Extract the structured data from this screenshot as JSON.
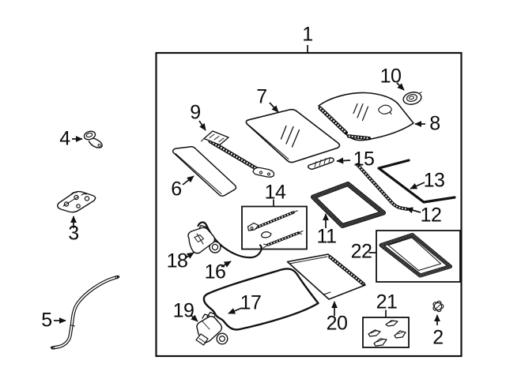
{
  "figure": {
    "kind": "exploded-parts-diagram",
    "background": "#ffffff",
    "ink": "#111111"
  },
  "callouts": [
    {
      "label": "1"
    },
    {
      "label": "2"
    },
    {
      "label": "3"
    },
    {
      "label": "4"
    },
    {
      "label": "5"
    },
    {
      "label": "6"
    },
    {
      "label": "7"
    },
    {
      "label": "8"
    },
    {
      "label": "9"
    },
    {
      "label": "10"
    },
    {
      "label": "11"
    },
    {
      "label": "12"
    },
    {
      "label": "13"
    },
    {
      "label": "14"
    },
    {
      "label": "15"
    },
    {
      "label": "16"
    },
    {
      "label": "17"
    },
    {
      "label": "18"
    },
    {
      "label": "19"
    },
    {
      "label": "20"
    },
    {
      "label": "21"
    },
    {
      "label": "22"
    }
  ]
}
